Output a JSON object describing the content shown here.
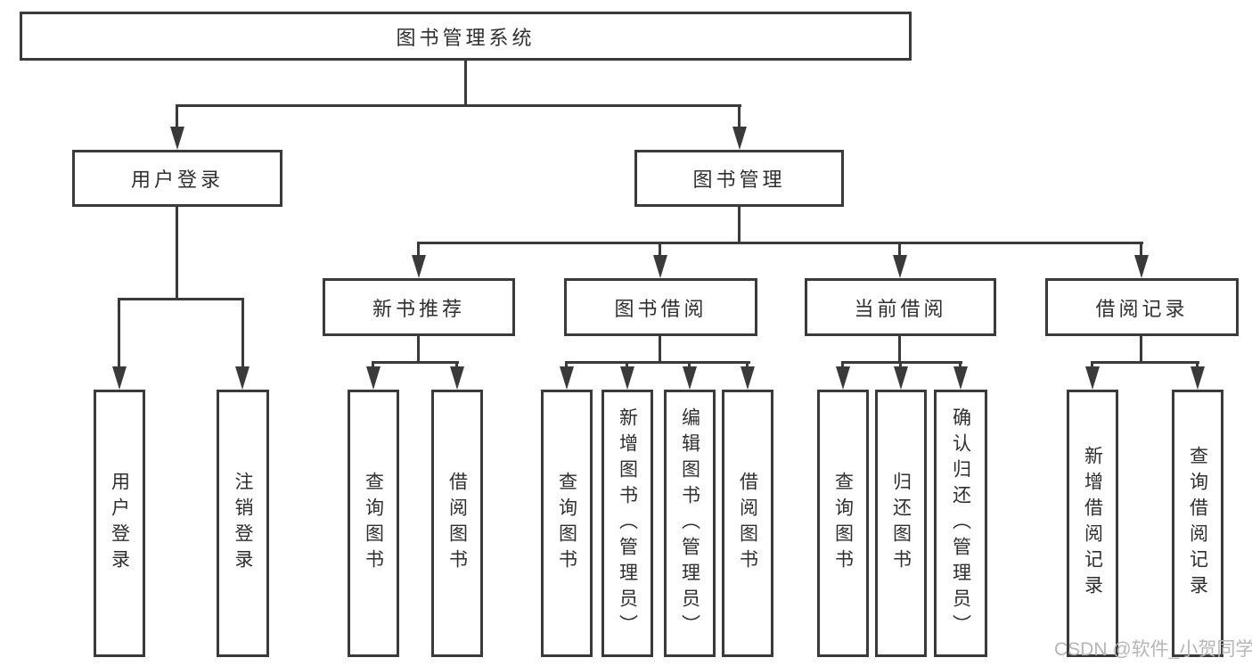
{
  "diagram": {
    "type": "tree",
    "root": {
      "label": "图书管理系统",
      "children": [
        {
          "label": "用户登录",
          "children": [
            {
              "label": "用户登录"
            },
            {
              "label": "注销登录"
            }
          ]
        },
        {
          "label": "图书管理",
          "children": [
            {
              "label": "新书推荐",
              "children": [
                {
                  "label": "查询图书"
                },
                {
                  "label": "借阅图书"
                }
              ]
            },
            {
              "label": "图书借阅",
              "children": [
                {
                  "label": "查询图书"
                },
                {
                  "label": "新增图书（管理员）"
                },
                {
                  "label": "编辑图书（管理员）"
                },
                {
                  "label": "借阅图书"
                }
              ]
            },
            {
              "label": "当前借阅",
              "children": [
                {
                  "label": "查询图书"
                },
                {
                  "label": "归还图书"
                },
                {
                  "label": "确认归还（管理员）"
                }
              ]
            },
            {
              "label": "借阅记录",
              "children": [
                {
                  "label": "新增借阅记录"
                },
                {
                  "label": "查询借阅记录"
                }
              ]
            }
          ]
        }
      ]
    }
  },
  "watermark": {
    "text": "CSDN @软件_小贺同学"
  },
  "colors": {
    "line": "#3a3a3a",
    "text": "#2f2f2f",
    "watermark": "#b6b6b6",
    "background": "#ffffff"
  }
}
